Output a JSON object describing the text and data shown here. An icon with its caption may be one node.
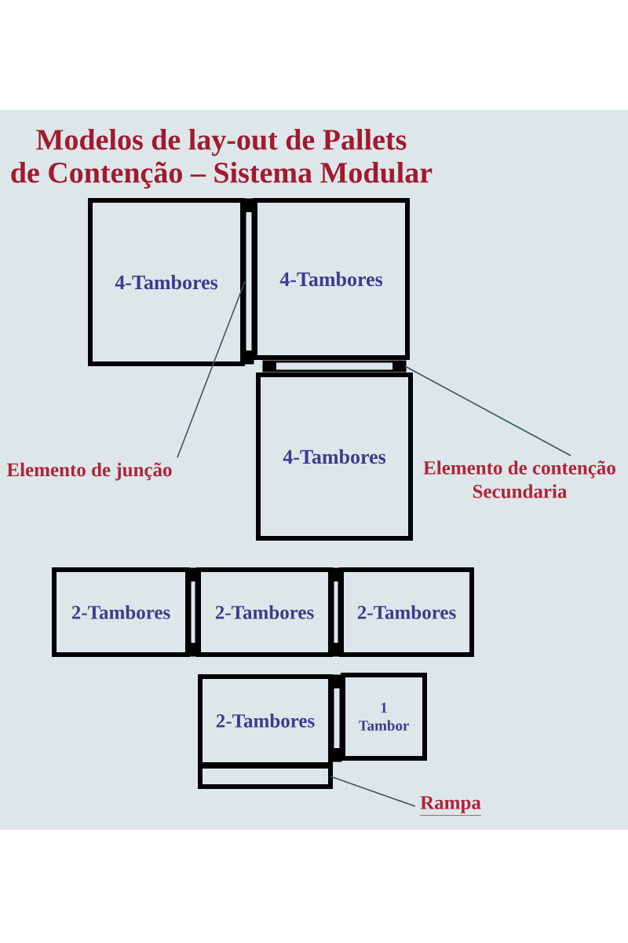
{
  "diagram": {
    "title": "Modelos de lay-out de Pallets de Contenção – Sistema Modular",
    "nodes": [
      {
        "text": [
          "4-Tambores"
        ]
      },
      {
        "text": [
          "4-Tambores"
        ]
      },
      {
        "text": [],
        "shape": "bar"
      },
      {
        "text": [],
        "shape": "bar"
      },
      {
        "text": [
          "Elemento de junção"
        ]
      },
      {
        "text": [
          "4-Tambores"
        ]
      },
      {
        "text": [
          "Elemento de contenção Secundaria"
        ]
      },
      {
        "text": [
          "2-Tambores"
        ]
      },
      {
        "text": [
          "2-Tambores"
        ]
      },
      {
        "text": [
          "2-Tambores"
        ]
      },
      {
        "text": [
          "2-Tambores"
        ]
      },
      {
        "text": [
          "1 Tambor"
        ]
      },
      {
        "text": [],
        "shape": "bar"
      },
      {
        "text": [
          "Rampa"
        ]
      }
    ],
    "edges": [
      {
        "from": 4,
        "to": 2,
        "arrow": "none"
      },
      {
        "from": 6,
        "to": 3,
        "arrow": "none"
      },
      {
        "from": 13,
        "to": 12,
        "arrow": "none"
      }
    ]
  }
}
